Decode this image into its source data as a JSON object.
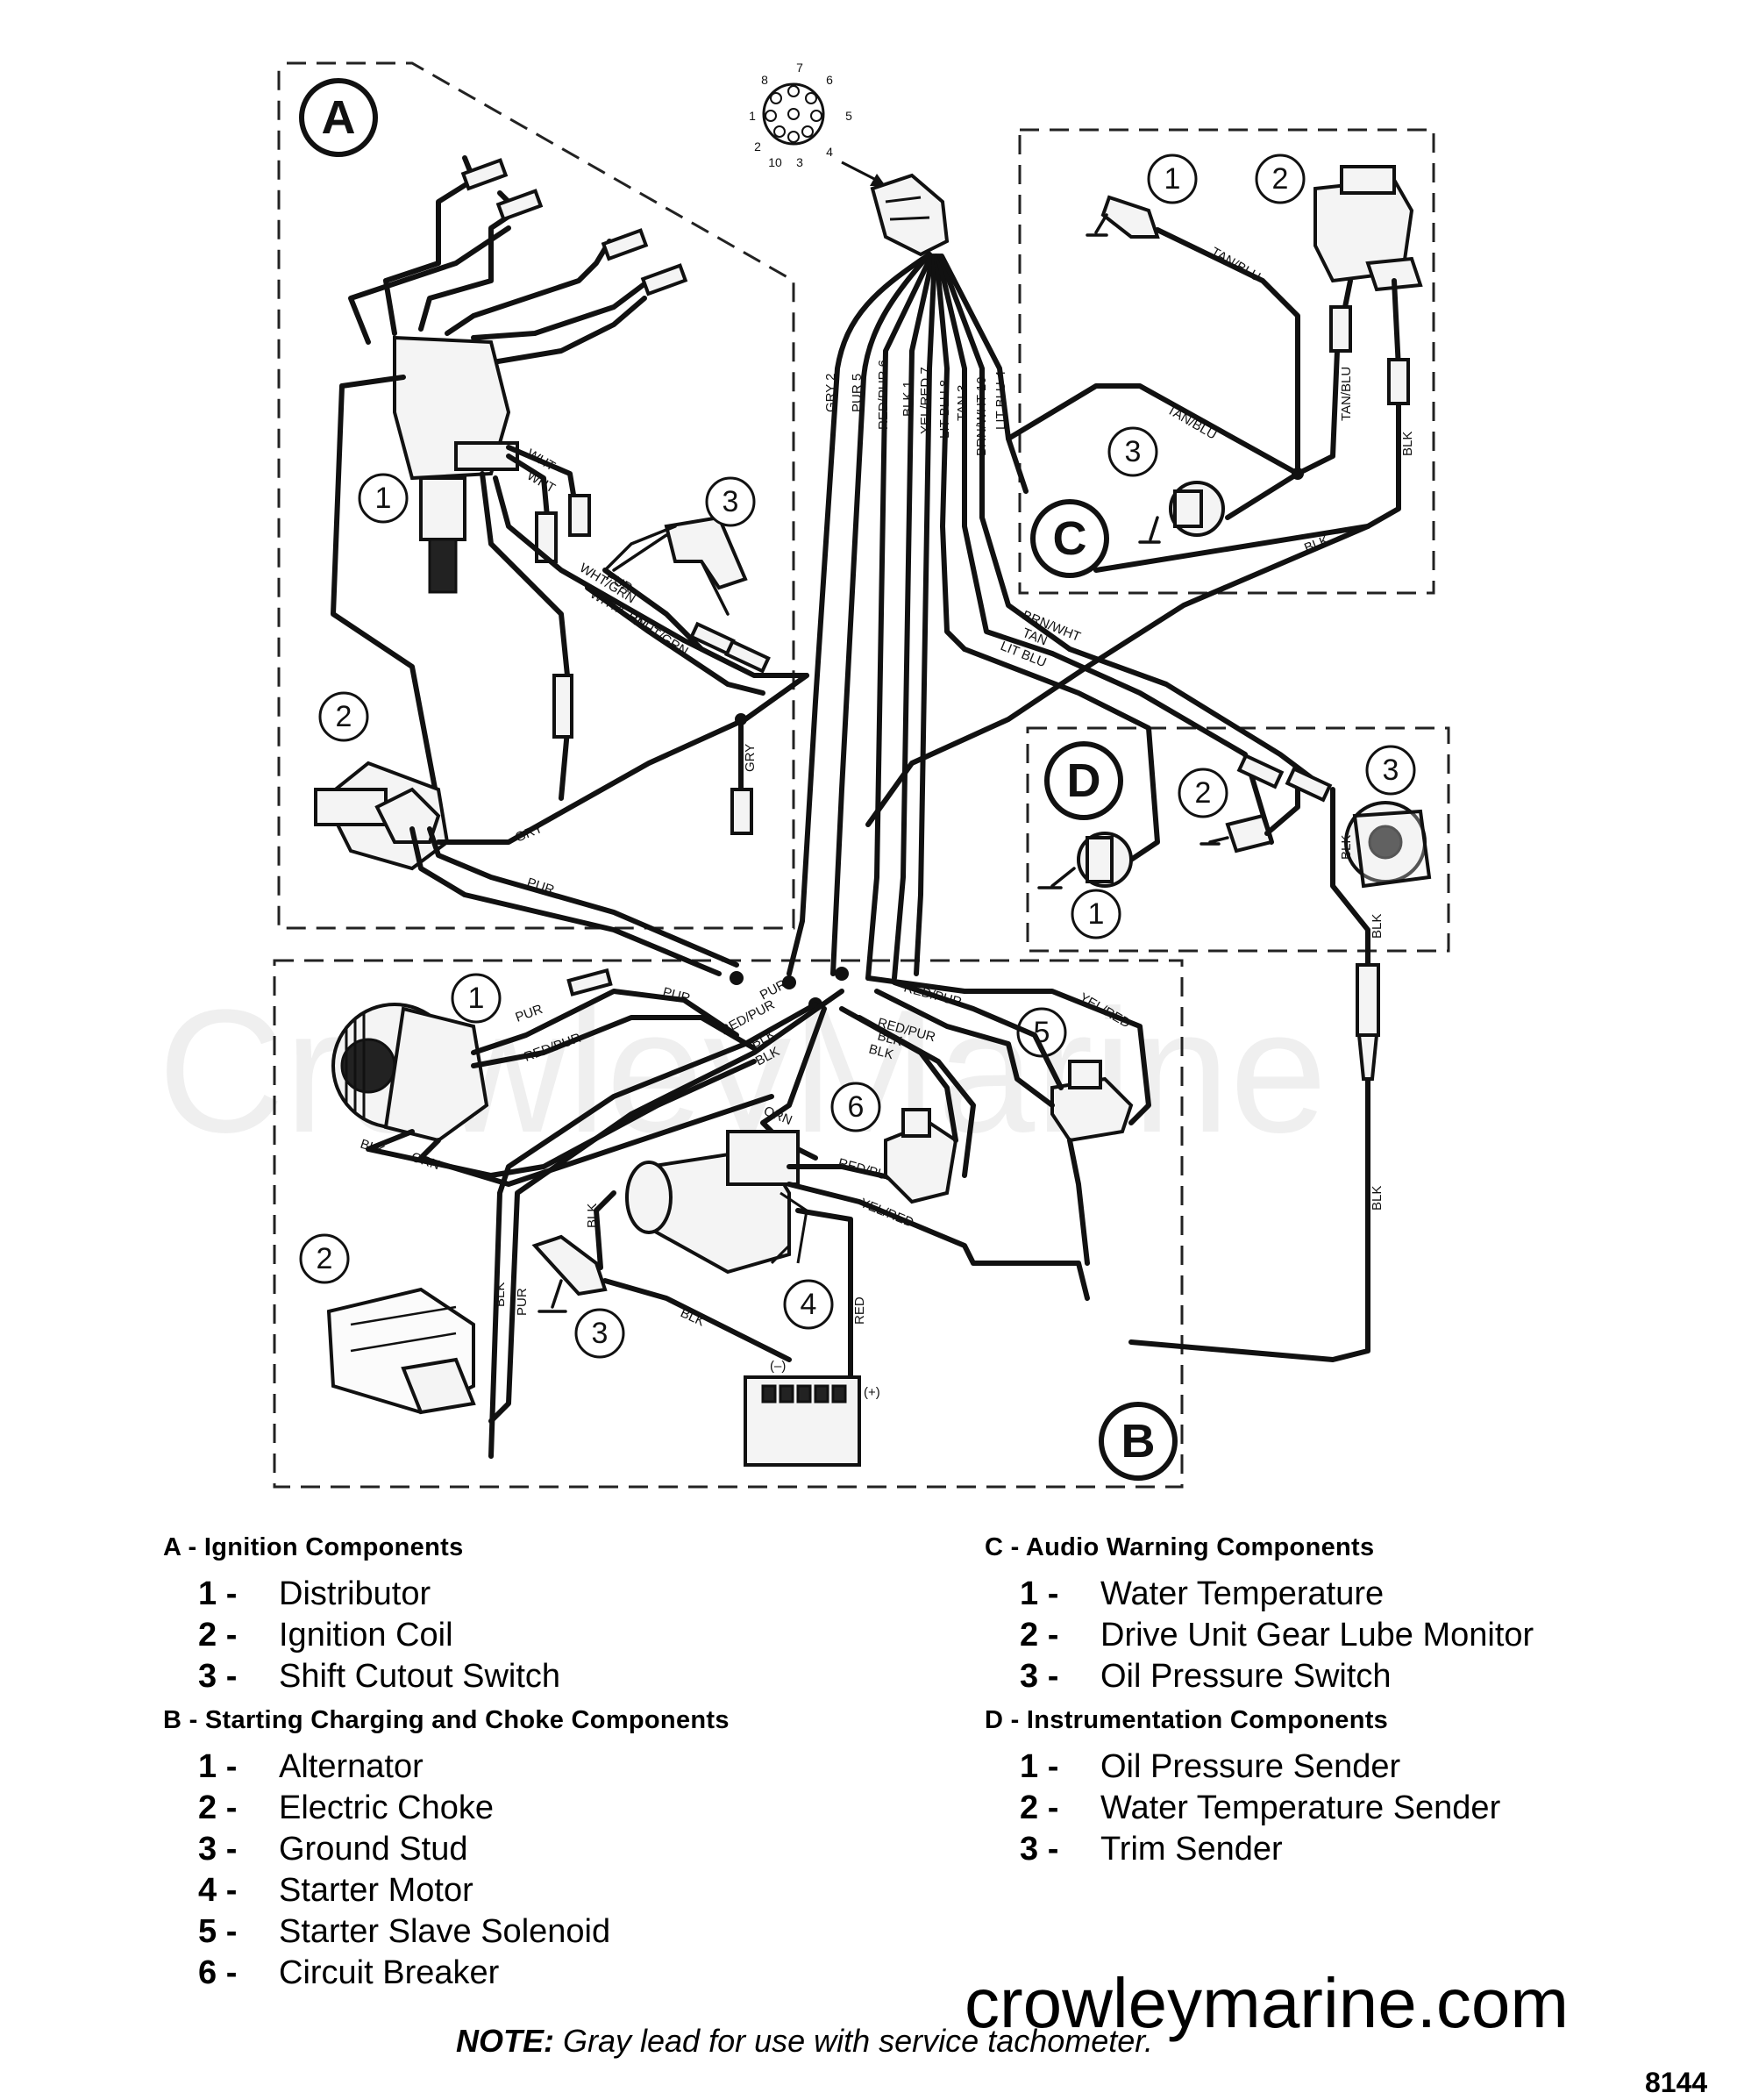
{
  "watermark": "CrowleyMarine",
  "connector_pins": [
    "7",
    "8",
    "6",
    "1",
    "5",
    "2",
    "10",
    "3",
    "4"
  ],
  "sections": {
    "A": {
      "letter": "A",
      "heading": "A - Ignition Components",
      "items": [
        {
          "num": "1 -",
          "label": "Distributor"
        },
        {
          "num": "2 -",
          "label": "Ignition Coil"
        },
        {
          "num": "3 -",
          "label": "Shift Cutout Switch"
        }
      ]
    },
    "B": {
      "letter": "B",
      "heading": "B - Starting Charging and Choke Components",
      "items": [
        {
          "num": "1 -",
          "label": "Alternator"
        },
        {
          "num": "2 -",
          "label": "Electric Choke"
        },
        {
          "num": "3 -",
          "label": "Ground Stud"
        },
        {
          "num": "4 -",
          "label": "Starter Motor"
        },
        {
          "num": "5 -",
          "label": "Starter Slave Solenoid"
        },
        {
          "num": "6 -",
          "label": "Circuit Breaker"
        }
      ]
    },
    "C": {
      "letter": "C",
      "heading": "C - Audio Warning Components",
      "items": [
        {
          "num": "1 -",
          "label": "Water Temperature"
        },
        {
          "num": "2 -",
          "label": "Drive Unit Gear Lube Monitor"
        },
        {
          "num": "3 -",
          "label": "Oil Pressure Switch"
        }
      ]
    },
    "D": {
      "letter": "D",
      "heading": "D - Instrumentation Components",
      "items": [
        {
          "num": "1 -",
          "label": "Oil Pressure Sender"
        },
        {
          "num": "2 -",
          "label": "Water Temperature Sender"
        },
        {
          "num": "3 -",
          "label": "Trim Sender"
        }
      ]
    }
  },
  "callout_numbers": [
    "1",
    "2",
    "3",
    "4",
    "5",
    "6"
  ],
  "battery_labels": {
    "neg": "(–)",
    "pos": "(+)"
  },
  "harness_labels": [
    "GRY 2",
    "PUR 5",
    "RED/PUR 6",
    "BLK 1",
    "YEL/RED 7",
    "LIT BLU 8",
    "TAN 3",
    "BRN/WHT 10",
    "LIT BLU 4"
  ],
  "wire_labels": {
    "tan_blu": "TAN/BLU",
    "blk": "BLK",
    "wht": "WHT",
    "pur": "PUR",
    "wht_grn": "WHT/GRN",
    "gry": "GRY",
    "brn_wht": "BRN/WHT",
    "tan": "TAN",
    "lit_blu": "LIT BLU",
    "red_pur": "RED/PUR",
    "yel_red": "YEL/RED",
    "orn": "ORN",
    "red": "RED"
  },
  "note": {
    "label": "NOTE:",
    "text": " Gray lead for use with service tachometer."
  },
  "website": "crowleymarine.com",
  "figure_number": "8144"
}
